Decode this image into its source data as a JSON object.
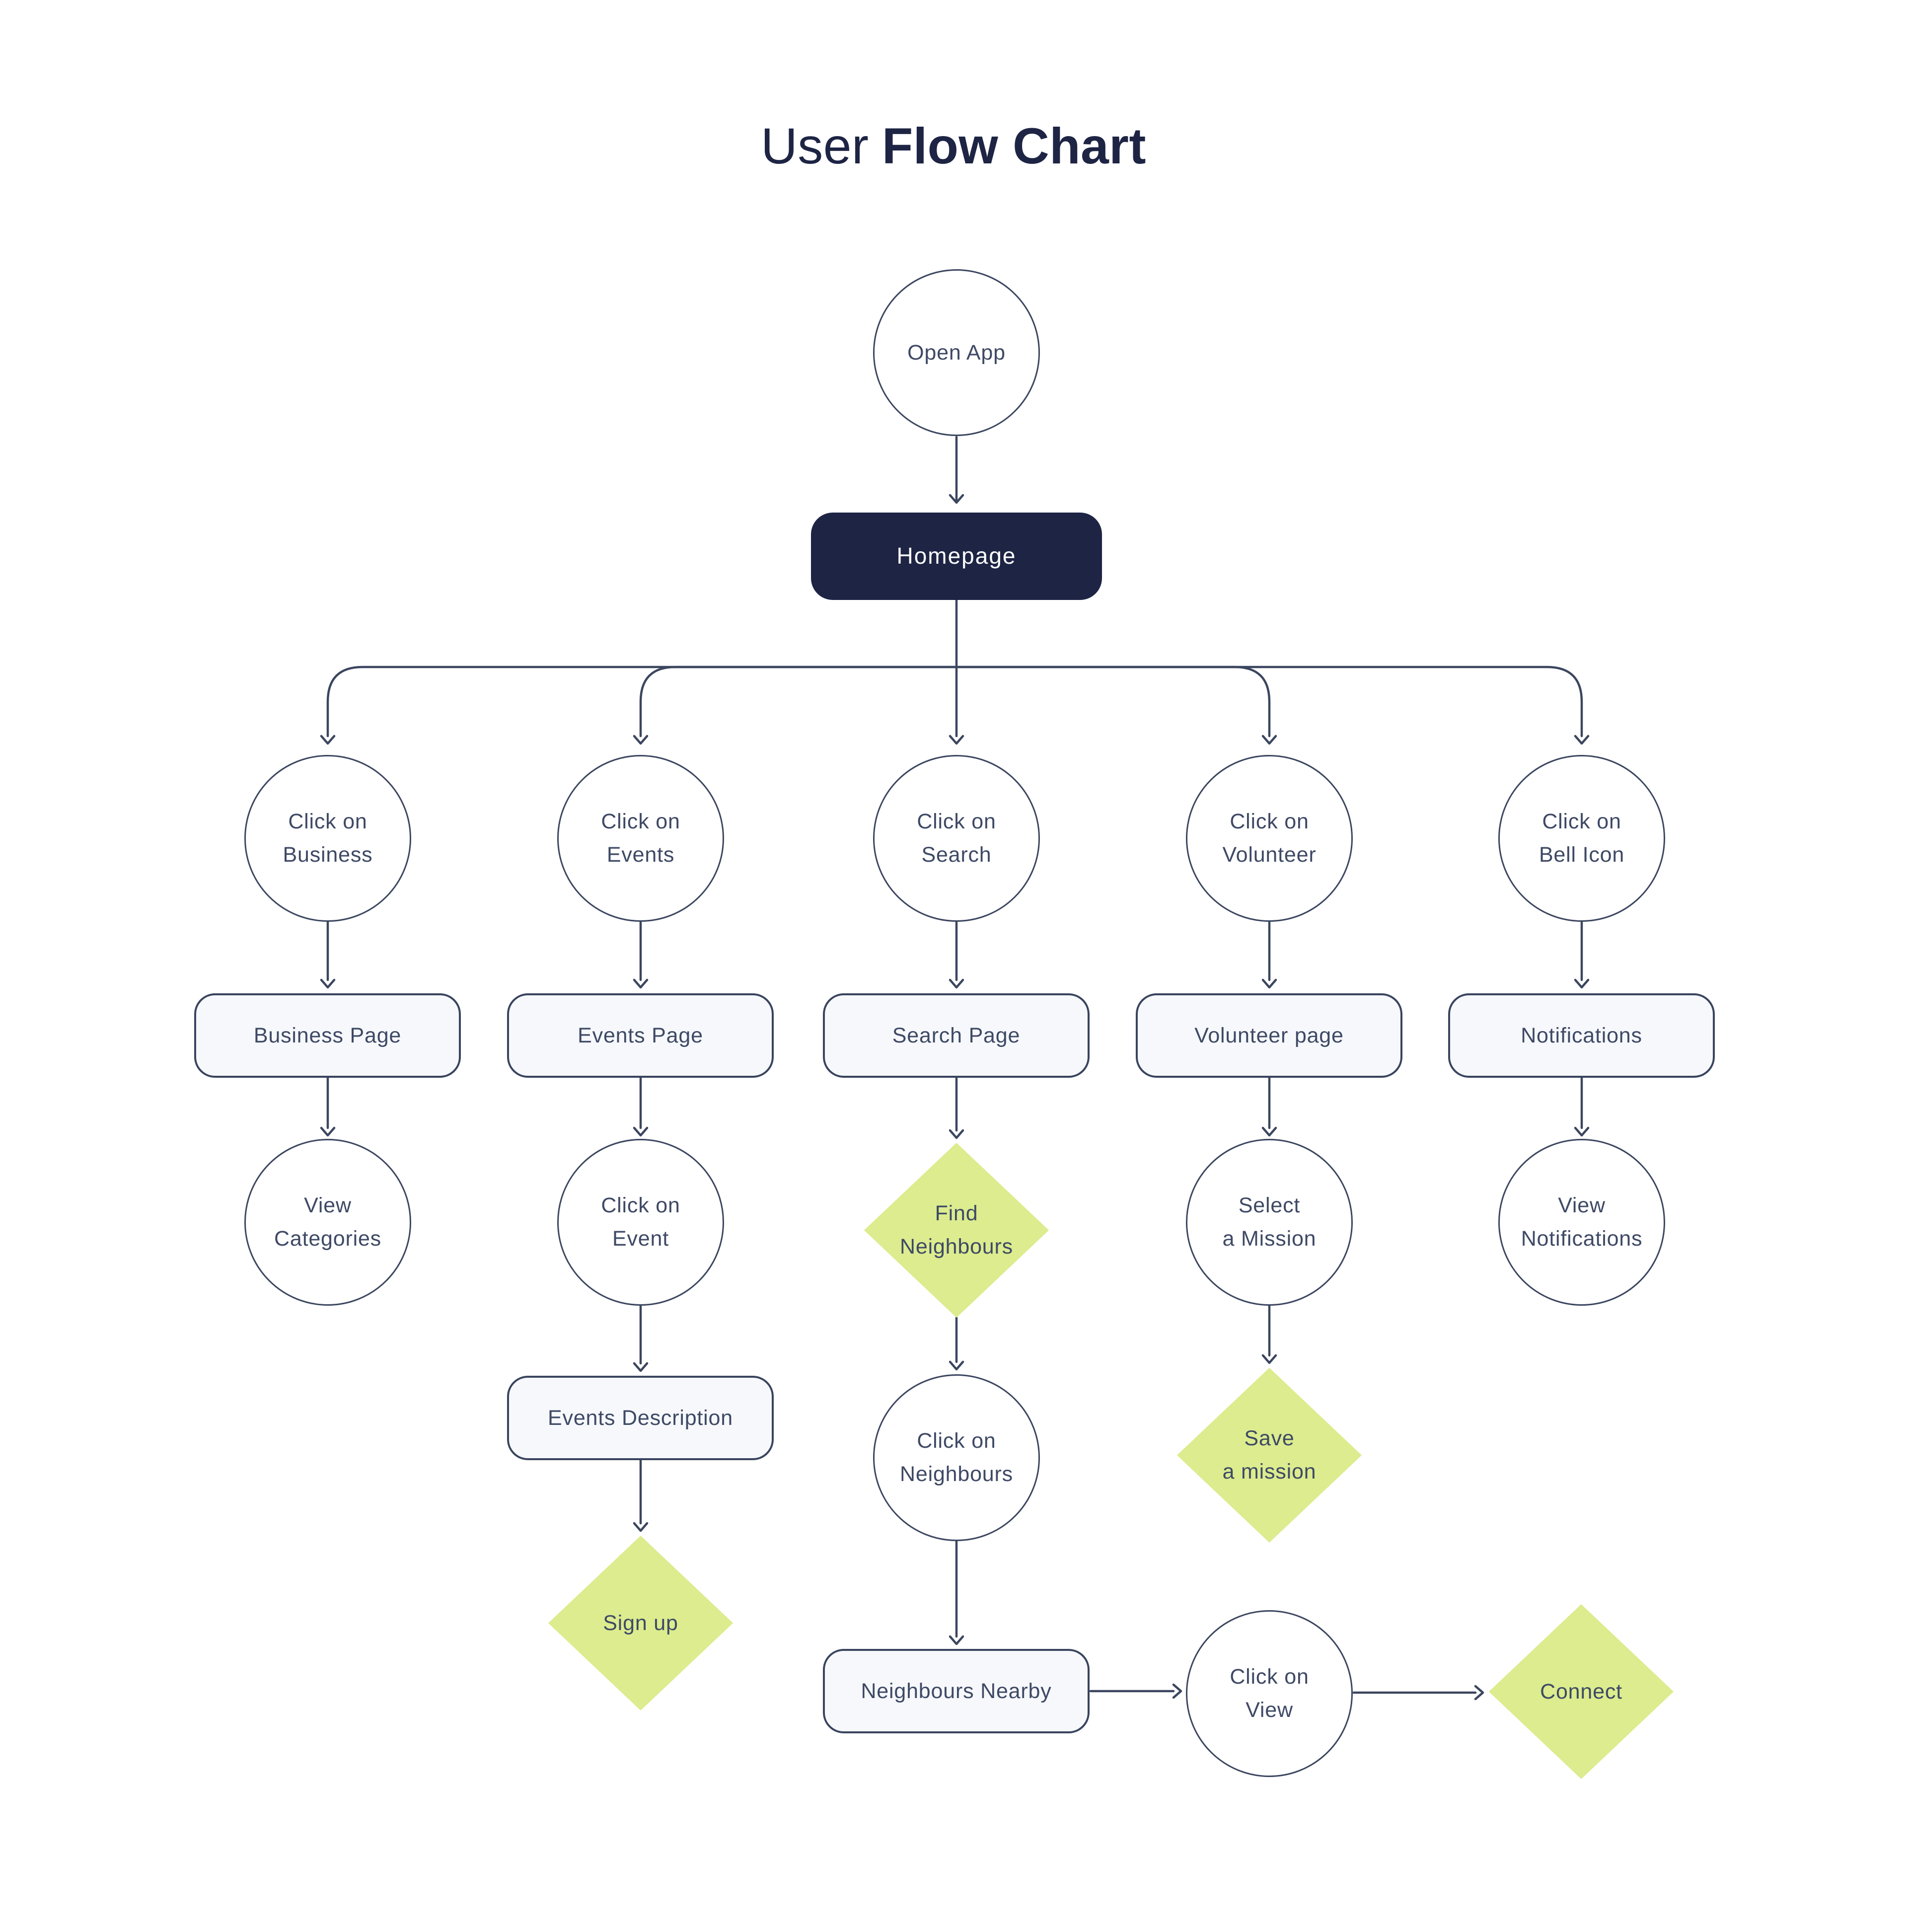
{
  "title": {
    "light": "User",
    "bold": "Flow Chart"
  },
  "colors": {
    "ink_text": "#3e4965",
    "title_text": "#1d2444",
    "connector_stroke": "#3b465f",
    "homepage_fill": "#1d2444",
    "homepage_text": "#ffffff",
    "panel_fill": "#f6f8fb",
    "diamond_green": "#dcec8e",
    "background": "#ffffff"
  },
  "nodes": {
    "open_app": "Open App",
    "homepage": "Homepage",
    "click_business": "Click on\nBusiness",
    "click_events": "Click on\nEvents",
    "click_search": "Click on\nSearch",
    "click_volunteer": "Click on\nVolunteer",
    "click_bell": "Click on\nBell Icon",
    "business_page": "Business Page",
    "events_page": "Events Page",
    "search_page": "Search Page",
    "volunteer_page": "Volunteer page",
    "notifications": "Notifications",
    "view_categories": "View\nCategories",
    "click_event": "Click on\nEvent",
    "find_neighbours": "Find\nNeighbours",
    "select_mission": "Select\na Mission",
    "view_notifications": "View\nNotifications",
    "events_description": "Events Description",
    "click_neighbours": "Click on\nNeighbours",
    "save_mission": "Save\na mission",
    "sign_up": "Sign up",
    "neighbours_nearby": "Neighbours Nearby",
    "click_view": "Click on\nView",
    "connect": "Connect"
  },
  "edges": [
    [
      "open_app",
      "homepage"
    ],
    [
      "homepage",
      "click_business"
    ],
    [
      "homepage",
      "click_events"
    ],
    [
      "homepage",
      "click_search"
    ],
    [
      "homepage",
      "click_volunteer"
    ],
    [
      "homepage",
      "click_bell"
    ],
    [
      "click_business",
      "business_page"
    ],
    [
      "click_events",
      "events_page"
    ],
    [
      "click_search",
      "search_page"
    ],
    [
      "click_volunteer",
      "volunteer_page"
    ],
    [
      "click_bell",
      "notifications"
    ],
    [
      "business_page",
      "view_categories"
    ],
    [
      "events_page",
      "click_event"
    ],
    [
      "search_page",
      "find_neighbours"
    ],
    [
      "volunteer_page",
      "select_mission"
    ],
    [
      "notifications",
      "view_notifications"
    ],
    [
      "click_event",
      "events_description"
    ],
    [
      "find_neighbours",
      "click_neighbours"
    ],
    [
      "select_mission",
      "save_mission"
    ],
    [
      "events_description",
      "sign_up"
    ],
    [
      "click_neighbours",
      "neighbours_nearby"
    ],
    [
      "neighbours_nearby",
      "click_view"
    ],
    [
      "click_view",
      "connect"
    ]
  ]
}
